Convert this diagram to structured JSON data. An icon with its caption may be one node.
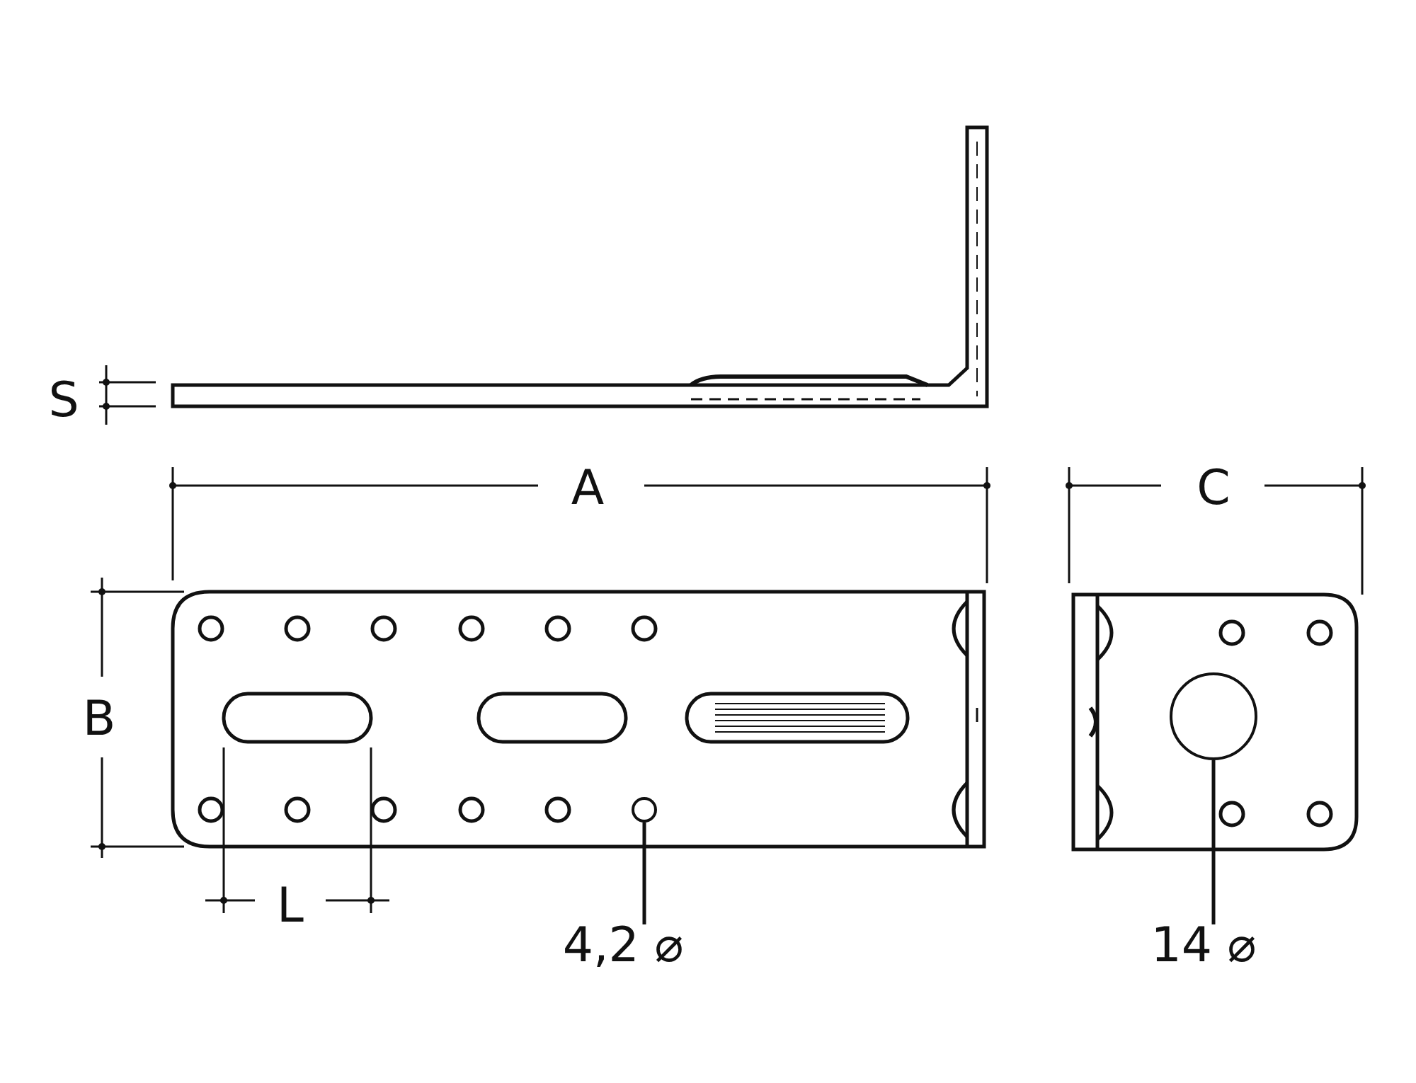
{
  "diagram": {
    "nodes": [
      {
        "text": [
          "4,2 ⌀"
        ]
      },
      {
        "text": [],
        "shape": "circle"
      },
      {
        "text": [
          "14 ⌀"
        ]
      },
      {
        "text": [],
        "shape": "circle"
      }
    ],
    "edges": [
      {
        "from": 0,
        "to": 1,
        "arrow": "none"
      },
      {
        "from": 2,
        "to": 3,
        "arrow": "none"
      }
    ],
    "labels": [
      "S",
      "A",
      "C",
      "B",
      "L"
    ]
  }
}
